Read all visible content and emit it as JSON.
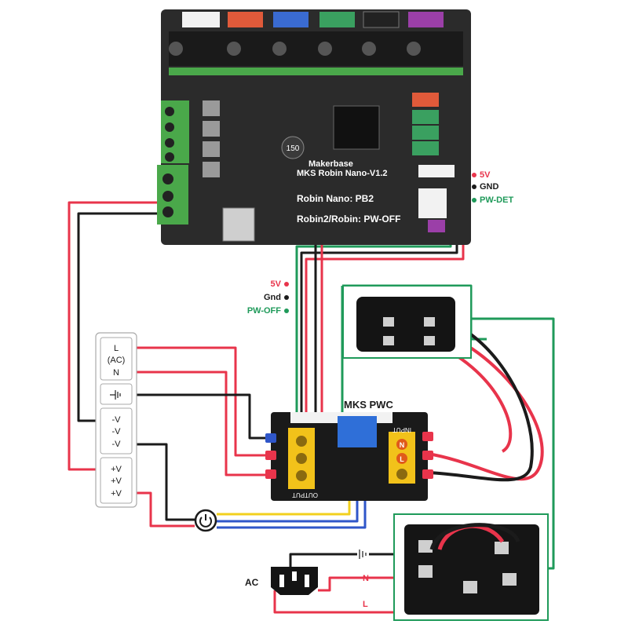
{
  "colors": {
    "red": "#e8344b",
    "black": "#1b1b1b",
    "green": "#1f9a5a",
    "yellow": "#f2d01e",
    "blue": "#2f56c9",
    "board": "#2b2b2b",
    "terminal_green": "#4aa84a"
  },
  "board": {
    "brand": "Makerbase",
    "model": "MKS Robin Nano-V1.2",
    "nano_label": "Robin Nano: PB2",
    "robin2_label": "Robin2/Robin: PW-OFF",
    "chip_text": "150"
  },
  "board_signals": [
    {
      "label": "5V",
      "color": "red"
    },
    {
      "label": "GND",
      "color": "black"
    },
    {
      "label": "PW-DET",
      "color": "green"
    }
  ],
  "pwc_signals": [
    {
      "label": "5V",
      "color": "red"
    },
    {
      "label": "Gnd",
      "color": "black"
    },
    {
      "label": "PW-OFF",
      "color": "green"
    }
  ],
  "psu": {
    "ac_labels": [
      "L",
      "(AC)",
      "N"
    ],
    "neg_labels": [
      "-V",
      "-V",
      "-V"
    ],
    "pos_labels": [
      "+V",
      "+V",
      "+V"
    ]
  },
  "pwc": {
    "title": "MKS PWC",
    "output_label": "OUTPUT",
    "input_label": "INPUT",
    "input_n": "N",
    "input_l": "L"
  },
  "ac": {
    "label": "AC",
    "n_label": "N",
    "l_label": "L"
  },
  "icons": [
    "power-button-icon",
    "ground-icon"
  ]
}
